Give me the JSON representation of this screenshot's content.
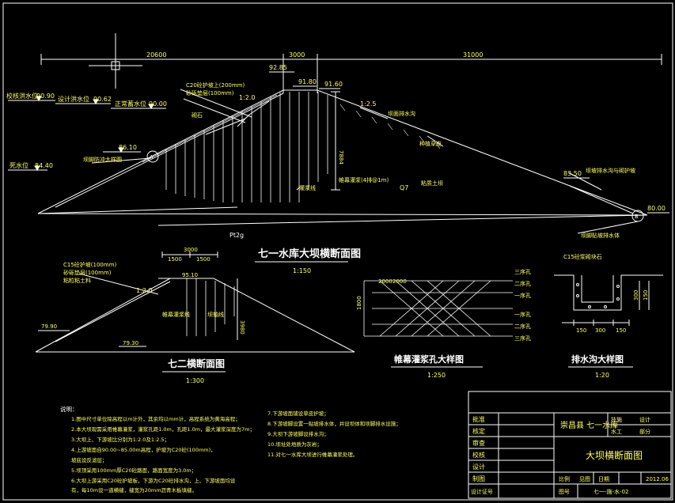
{
  "colors": {
    "bg": "#000000",
    "line": "#ffffff",
    "accent": "#ffff66",
    "green": "#7fd27f",
    "cyan": "#7fe0ff"
  },
  "main": {
    "title": "七一水库大坝横断面图",
    "scale": "1:150",
    "dims": {
      "left": "20600",
      "mid": "3000",
      "right": "31000",
      "height": "7884"
    },
    "levels": {
      "check_flood": "校核洪水位",
      "check_flood_val": "90.90",
      "design_flood": "设计洪水位",
      "design_flood_val": "90.62",
      "normal": "正常蓄水位",
      "normal_val": "90.00",
      "crest_left": "92.85",
      "crest_mid": "91.80",
      "crest_right": "91.60",
      "berm": "86.10",
      "dead": "死水位",
      "dead_val": "84.40",
      "right_bench": "83.50",
      "toe": "80.00"
    },
    "labels": {
      "concrete": "C20砼护坡上(200mm)",
      "cushion": "砂砾垫层(100mm)",
      "upstream_slope": "1:2.0",
      "downstream_slope": "1:2.5",
      "rock": "砌石",
      "turf": "种植草皮",
      "drain_ditch": "坝面排水沟",
      "grout_hole": "帷幕灌浆(4排@1m)",
      "core": "Q7",
      "clay": "粘质土坝",
      "filter": "坝坡排水沟与砌护坡",
      "drain_body": "坝脚贴坡排水体",
      "toe_protect": "坝脚防冲大样图",
      "grout_line": "灌浆线",
      "riverbed": "Pt2g",
      "circle_a": "A",
      "circle_b": "B"
    }
  },
  "second": {
    "title": "七二横断面图",
    "scale": "1:300",
    "dims": {
      "top": "3000",
      "a": "1500",
      "b": "1500",
      "height": "3980"
    },
    "levels": {
      "crest": "95.10",
      "left": "79.90",
      "toe": "79.30"
    },
    "labels": {
      "concrete": "C15砼护坡(100mm)",
      "cushion": "砂砾垫层(100mm)",
      "clay": "粘粒粘土料",
      "slope": "1:2.0",
      "grout": "帷幕灌浆线",
      "axis": "坝轴线"
    }
  },
  "grout": {
    "title": "帷幕灌浆孔大样图",
    "scale": "1:250",
    "dims": {
      "a": "2000",
      "b": "2000",
      "h": "1800"
    },
    "rows": [
      "三序孔",
      "二序孔",
      "一序孔",
      "一序孔",
      "二序孔",
      "三序孔"
    ]
  },
  "drain": {
    "title": "排水沟大样图",
    "scale": "1:20",
    "label": "C15砼浆砌块石",
    "dims": {
      "a": "150",
      "b": "300",
      "c": "150",
      "h1": "300",
      "h2": "150"
    }
  },
  "notes": {
    "heading": "说明：",
    "left": [
      "1.图中尺寸单位除高程以m计外，其余均以mm计，高程系统为黄海高程；",
      "2.本大坝现需采用帷幕灌浆，灌浆孔距1.0m，孔距1.0m，最大灌浆深度为7m；",
      "3.大坝上、下游坡比分别为1:2.0及1:2.5；",
      "4.上游坡面自90.00~85.00m高程，护坡为C20砼(100mm)，",
      "   坡底设反滤层；",
      "5.坝顶采用100mm厚C20砼路面，路面宽度为3.0m；",
      "6.大坝上游采用C20砼护坡板，下游为C20砼排水沟，上、下游坡面均设",
      "   有，每10m设一道横缝，缝宽为20mm沥青木板填缝。"
    ],
    "right": [
      "7.下游坡面铺设草皮护坡；",
      "8.下游坡脚设置一贴坡排水体，并设坝体和坝脚排水设施；",
      "9.大坝下游坡脚设排水沟；",
      "10.坝址处地质为灰岩；",
      "11.对七一水库大坝进行帷幕灌浆处理。"
    ]
  },
  "titleblock": {
    "approve": "批准",
    "verify": "核定",
    "review": "审查",
    "check": "校核",
    "design": "设计",
    "draw": "制图",
    "cert": "设计证号",
    "project": "崇昌县 七一水库",
    "stage1": "技施",
    "stage1b": "设计",
    "stage2": "水工",
    "stage2b": "部分",
    "drawing_name": "大坝横断面图",
    "scale_label": "比例",
    "scale_val": "见图",
    "date_label": "日期",
    "date_val": "2012.06",
    "no_label": "图号",
    "no_val": "七一-施-水-02"
  }
}
